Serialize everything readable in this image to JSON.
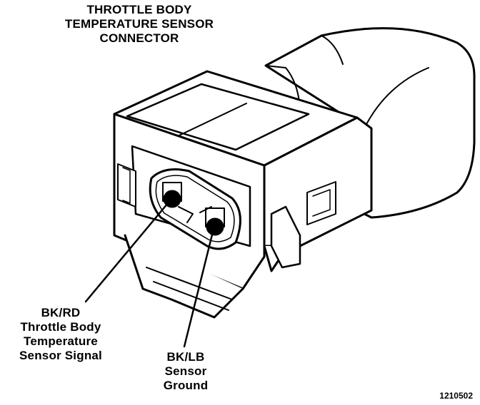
{
  "title": {
    "line1": "THROTTLE BODY",
    "line2": "TEMPERATURE SENSOR",
    "line3": "CONNECTOR"
  },
  "callouts": {
    "signal": {
      "line1": "BK/RD",
      "line2": "Throttle Body",
      "line3": "Temperature",
      "line4": "Sensor Signal"
    },
    "ground": {
      "line1": "BK/LB",
      "line2": "Sensor",
      "line3": "Ground"
    }
  },
  "figure_number": "1210502",
  "colors": {
    "ink": "#000000",
    "paper": "#ffffff"
  }
}
